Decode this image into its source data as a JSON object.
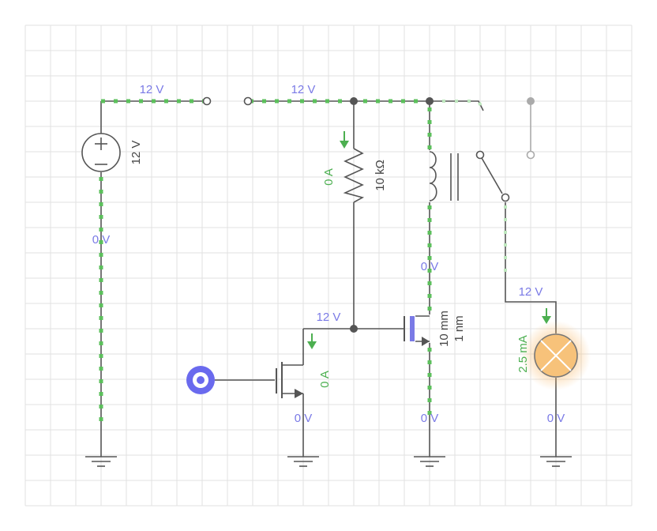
{
  "labels": {
    "source_voltage": "12 V",
    "top_left_voltage": "12 V",
    "top_mid_voltage": "12 V",
    "left_wire_voltage": "0 V",
    "resistor_current": "0 A",
    "resistor_value": "10 kΩ",
    "relay_wire_voltage": "0 V",
    "mosfet_gate_voltage": "12 V",
    "mosfet_n_current": "0 A",
    "mosfet_n_source_voltage": "0 V",
    "mosfet_p_width": "10 mm",
    "mosfet_p_length": "1 nm",
    "mosfet_p_source_voltage": "0 V",
    "lamp_voltage": "12 V",
    "lamp_current": "2.5 mA",
    "lamp_ground_voltage": "0 V"
  },
  "colors": {
    "voltage_label": "#7a7ae6",
    "current_label": "#4caf50",
    "current_dots": "#5cc05c",
    "wire": "#555555",
    "grid": "#e2e2e2",
    "input_node": "#6a6aee",
    "lamp_glow": "#f8b25a",
    "lamp_fill": "#f7c27a"
  },
  "icons": {
    "dc_source": "dc-voltage-source-icon",
    "resistor": "resistor-icon",
    "relay_coil": "inductor-coil-icon",
    "switch": "spdt-switch-icon",
    "lamp": "lamp-icon",
    "ground": "ground-icon",
    "logic_input": "logic-input-icon",
    "nmos": "n-mosfet-icon",
    "pmos": "mosfet-icon"
  }
}
